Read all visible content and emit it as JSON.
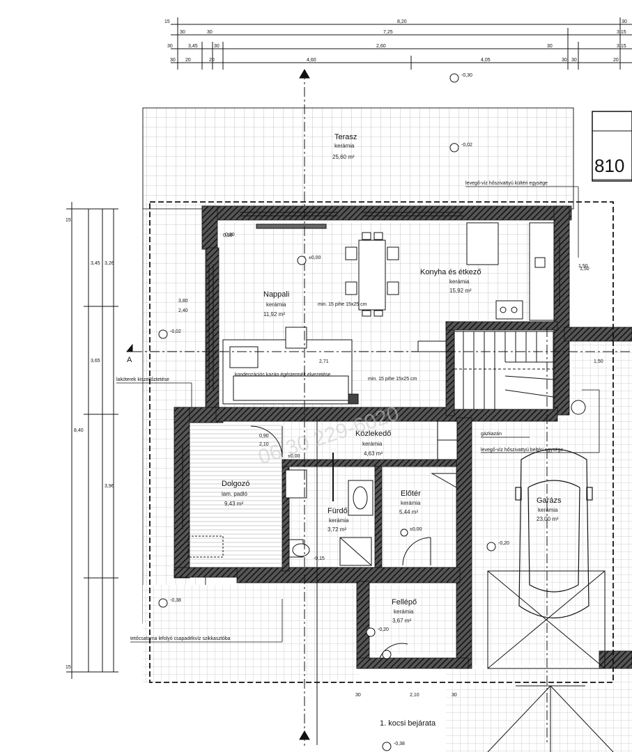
{
  "rooms": {
    "terrace": {
      "name": "Terasz",
      "floor": "kerámia",
      "area": "25,60 m²"
    },
    "living": {
      "name": "Nappali",
      "floor": "kerámia",
      "area": "11,92 m²"
    },
    "kitchen": {
      "name": "Konyha és étkező",
      "floor": "kerámia",
      "area": "15,92 m²"
    },
    "hall": {
      "name": "Közlekedő",
      "floor": "kerámia",
      "area": "4,63 m²"
    },
    "office": {
      "name": "Dolgozó",
      "floor": "lam. padló",
      "area": "9,43 m²"
    },
    "wc": {
      "name": "Fürdő",
      "floor": "kerámia",
      "area": "3,72 m²"
    },
    "entry": {
      "name": "Előtér",
      "floor": "kerámia",
      "area": "5,44 m²"
    },
    "garage": {
      "name": "Garázs",
      "floor": "kerámia",
      "area": "23,00 m²"
    },
    "porch": {
      "name": "Fellépő",
      "floor": "kerámia",
      "area": "3,67 m²"
    }
  },
  "notes": {
    "stair_note": "min. 15 pihe 15x25 cm",
    "stair_note2": "min. 15 pihe 15x25 cm",
    "kitchen_note": "levegő-víz hőszivattyú kültéri egysége",
    "gas_note": "gázkazán",
    "heat_note": "levegő-víz hőszivattyú beltéri egysége",
    "vent_note": "lakóterek kiszellőztetése",
    "flue_note": "kondenzációs kazán égéstermék elvezetése",
    "drain_note": "tetőcsatorna lefolyó csapadékvíz szikkasztóba",
    "entrance_label": "1. kocsi bejárata",
    "watermark": "06 30 229-6020",
    "plot_number": "810"
  },
  "levels": {
    "terrace": "-0,02",
    "top": "-0,30",
    "living": "±0,00",
    "left": "-0,02",
    "living_floor": "±0,00",
    "entry": "±0,00",
    "porch": "-0,15",
    "garage": "-0,20",
    "left_low": "-0,38",
    "porch_low": "-0,20",
    "bottom": "-0,38",
    "kitchen": "1,50",
    "right_wall": "0,30"
  },
  "dims_top": {
    "row1": [
      "15",
      "8,20",
      "30"
    ],
    "row2": [
      "30",
      "30",
      "7,25",
      "3,15"
    ],
    "row3": [
      "30",
      "3,45",
      "30",
      "30",
      "2,60",
      "3,15"
    ],
    "row4": [
      "30",
      "20",
      "20",
      "4,60",
      "4,05",
      "30",
      "30",
      "20"
    ]
  },
  "dims_left": [
    "15",
    "3,45",
    "8,40",
    "3,26",
    "3,65",
    "3,96",
    "15"
  ],
  "dims_bottom": [
    "30",
    "2,10",
    "30"
  ],
  "dims_misc": {
    "living_width": "3,80",
    "living_height": "2,40",
    "door1": "0,90",
    "door2": "2,10",
    "wall_thk": "0,30",
    "stair_width": "2,71",
    "window": "1,50",
    "window2": "1,50"
  }
}
